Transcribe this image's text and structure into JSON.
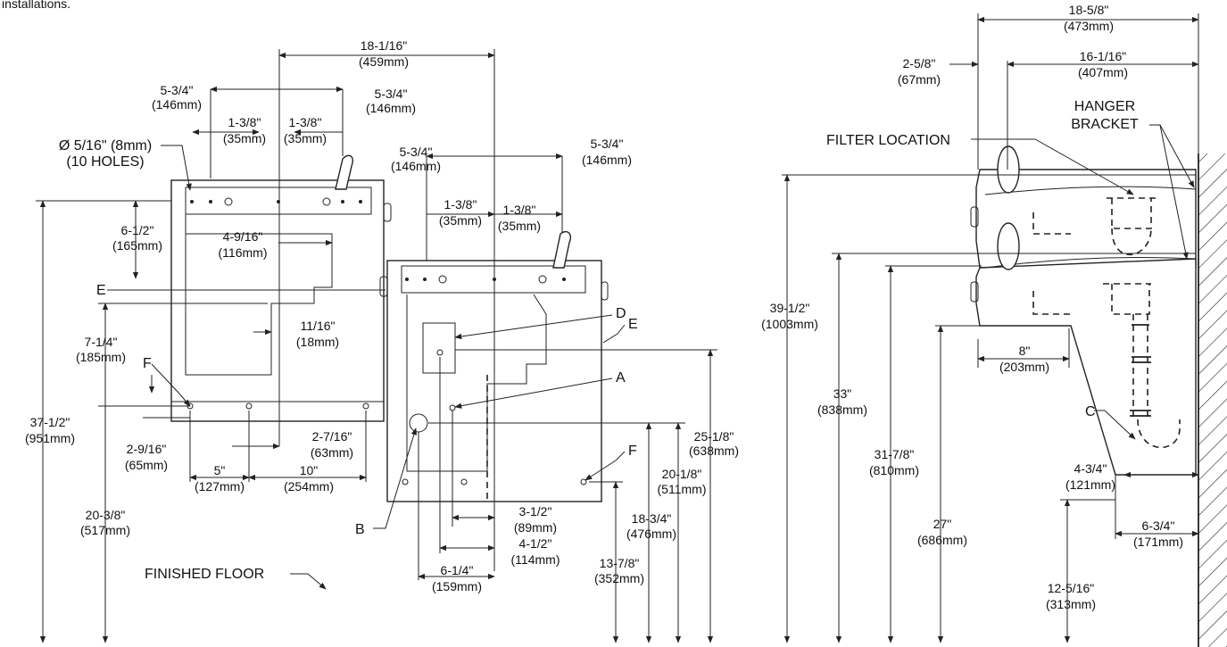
{
  "top_note": "installations.",
  "dims_front": {
    "overall_width": [
      "18-1/16\"",
      "(459mm)"
    ],
    "left_bowl_spout_l": [
      "5-3/4\"",
      "(146mm)"
    ],
    "left_bowl_spout_r": [
      "5-3/4\"",
      "(146mm)"
    ],
    "left_1_3_8_a": [
      "1-3/8\"",
      "(35mm)"
    ],
    "left_1_3_8_b": [
      "1-3/8\"",
      "(35mm)"
    ],
    "holes": [
      "Ø 5/16\" (8mm)",
      "(10 HOLES)"
    ],
    "right_bowl_spout_l": [
      "5-3/4\"",
      "(146mm)"
    ],
    "right_bowl_spout_r": [
      "5-3/4\"",
      "(146mm)"
    ],
    "right_1_3_8_a": [
      "1-3/8\"",
      "(35mm)"
    ],
    "right_1_3_8_b": [
      "1-3/8\"",
      "(35mm)"
    ],
    "d6_1_2": [
      "6-1/2\"",
      "(165mm)"
    ],
    "d4_9_16": [
      "4-9/16\"",
      "(116mm)"
    ],
    "d7_1_4": [
      "7-1/4\"",
      "(185mm)"
    ],
    "d11_16": [
      "11/16\"",
      "(18mm)"
    ],
    "d37_1_2": [
      "37-1/2\"",
      "(951mm)"
    ],
    "d2_9_16": [
      "2-9/16\"",
      "(65mm)"
    ],
    "d2_7_16": [
      "2-7/16\"",
      "(63mm)"
    ],
    "d5": [
      "5\"",
      "(127mm)"
    ],
    "d10": [
      "10\"",
      "(254mm)"
    ],
    "d20_3_8": [
      "20-3/8\"",
      "(517mm)"
    ],
    "d25_1_8": [
      "25-1/8\"",
      "(638mm)"
    ],
    "d20_1_8": [
      "20-1/8\"",
      "(511mm)"
    ],
    "d18_3_4": [
      "18-3/4\"",
      "(476mm)"
    ],
    "d13_7_8": [
      "13-7/8\"",
      "(352mm)"
    ],
    "d3_1_2": [
      "3-1/2\"",
      "(89mm)"
    ],
    "d4_1_2": [
      "4-1/2\"",
      "(114mm)"
    ],
    "d6_1_4": [
      "6-1/4\"",
      "(159mm)"
    ]
  },
  "dims_side": {
    "d18_5_8": [
      "18-5/8\"",
      "(473mm)"
    ],
    "d2_5_8": [
      "2-5/8\"",
      "(67mm)"
    ],
    "d16_1_16": [
      "16-1/16\"",
      "(407mm)"
    ],
    "d39_1_2": [
      "39-1/2\"",
      "(1003mm)"
    ],
    "d33": [
      "33\"",
      "(838mm)"
    ],
    "d31_7_8": [
      "31-7/8\"",
      "(810mm)"
    ],
    "d27": [
      "27\"",
      "(686mm)"
    ],
    "d8": [
      "8\"",
      "(203mm)"
    ],
    "d4_3_4": [
      "4-3/4\"",
      "(121mm)"
    ],
    "d6_3_4": [
      "6-3/4\"",
      "(171mm)"
    ],
    "d12_5_16": [
      "12-5/16\"",
      "(313mm)"
    ]
  },
  "callouts": {
    "filter_location": "FILTER LOCATION",
    "hanger_bracket": [
      "HANGER",
      "BRACKET"
    ],
    "finished_floor": "FINISHED FLOOR",
    "A": "A",
    "B": "B",
    "C": "C",
    "D": "D",
    "E": "E",
    "F": "F"
  }
}
